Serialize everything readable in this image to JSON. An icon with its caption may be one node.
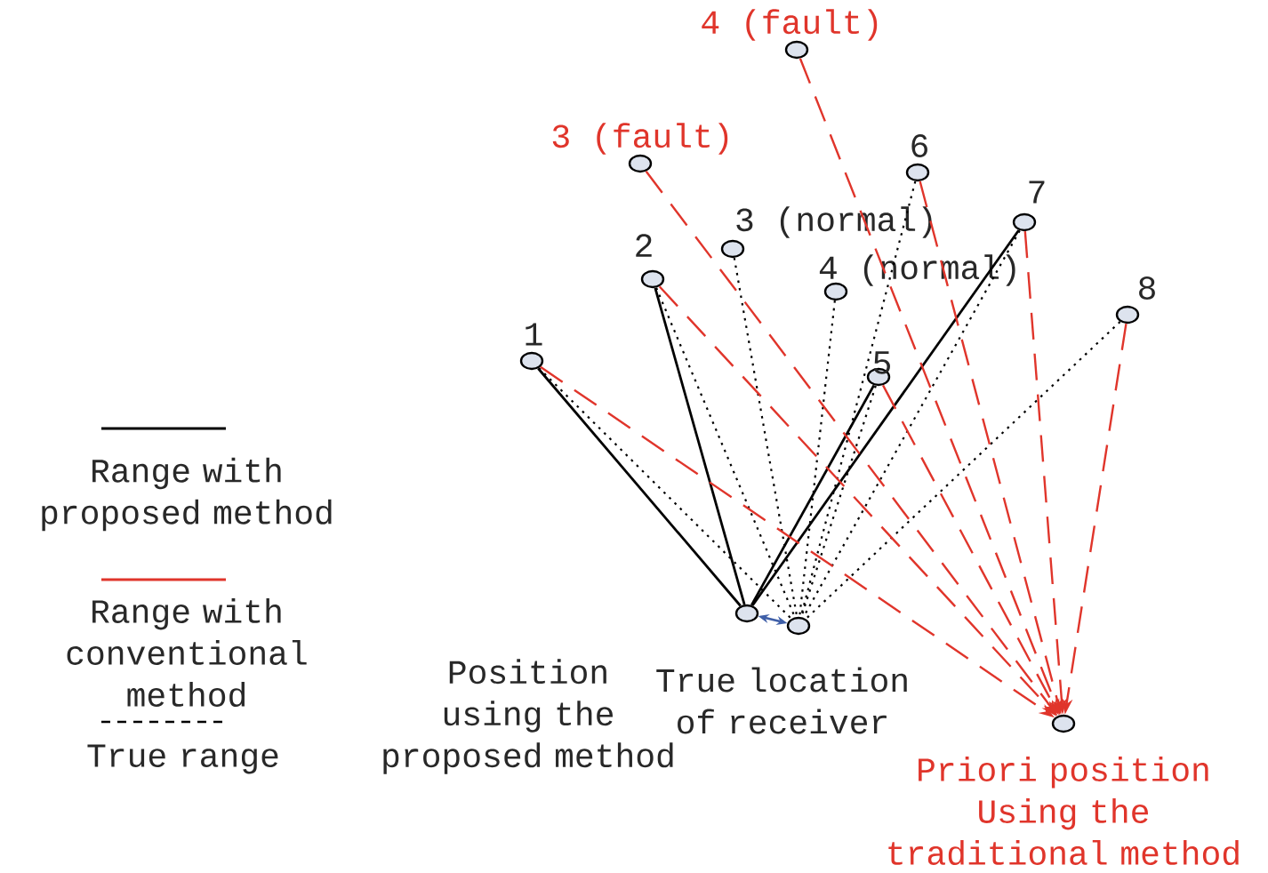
{
  "diagram": {
    "nodes": [
      {
        "text": [],
        "shape": "circle",
        "beside": [
          "1"
        ]
      },
      {
        "text": [],
        "shape": "circle",
        "beside": [
          "2"
        ]
      },
      {
        "text": [],
        "shape": "circle",
        "beside": [
          "3 (fault)"
        ]
      },
      {
        "text": [],
        "shape": "circle",
        "beside": [
          "3 (normal)"
        ]
      },
      {
        "text": [],
        "shape": "circle",
        "beside": [
          "4 (fault)"
        ]
      },
      {
        "text": [],
        "shape": "circle",
        "beside": [
          "4 (normal)"
        ]
      },
      {
        "text": [],
        "shape": "circle",
        "beside": [
          "5"
        ]
      },
      {
        "text": [],
        "shape": "circle",
        "beside": [
          "6"
        ]
      },
      {
        "text": [],
        "shape": "circle",
        "beside": [
          "7"
        ]
      },
      {
        "text": [],
        "shape": "circle",
        "beside": [
          "8"
        ]
      },
      {
        "text": [],
        "shape": "circle",
        "beside": [
          "Position using the proposed method"
        ]
      },
      {
        "text": [],
        "shape": "circle",
        "beside": [
          "True location of receiver"
        ]
      },
      {
        "text": [],
        "shape": "circle",
        "beside": [
          "Priori position Using the traditional method"
        ]
      }
    ],
    "edges": [
      {
        "from": 0,
        "to": 10,
        "arrow": "none"
      },
      {
        "from": 1,
        "to": 10,
        "arrow": "none"
      },
      {
        "from": 6,
        "to": 10,
        "arrow": "none"
      },
      {
        "from": 8,
        "to": 10,
        "arrow": "none"
      },
      {
        "from": 0,
        "to": 11,
        "arrow": "none",
        "style": "dashed"
      },
      {
        "from": 1,
        "to": 11,
        "arrow": "none",
        "style": "dashed"
      },
      {
        "from": 3,
        "to": 11,
        "arrow": "none",
        "style": "dashed"
      },
      {
        "from": 5,
        "to": 11,
        "arrow": "none",
        "style": "dashed"
      },
      {
        "from": 6,
        "to": 11,
        "arrow": "none",
        "style": "dashed"
      },
      {
        "from": 7,
        "to": 11,
        "arrow": "none",
        "style": "dashed"
      },
      {
        "from": 8,
        "to": 11,
        "arrow": "none",
        "style": "dashed"
      },
      {
        "from": 9,
        "to": 11,
        "arrow": "none",
        "style": "dashed"
      },
      {
        "from": 0,
        "to": 12,
        "arrow": "to",
        "style": "dashed",
        "color": "#e0352b"
      },
      {
        "from": 1,
        "to": 12,
        "arrow": "to",
        "style": "dashed",
        "color": "#e0352b"
      },
      {
        "from": 2,
        "to": 12,
        "arrow": "to",
        "style": "dashed",
        "color": "#e0352b"
      },
      {
        "from": 4,
        "to": 12,
        "arrow": "to",
        "style": "dashed",
        "color": "#e0352b"
      },
      {
        "from": 6,
        "to": 12,
        "arrow": "to",
        "style": "dashed",
        "color": "#e0352b"
      },
      {
        "from": 7,
        "to": 12,
        "arrow": "to",
        "style": "dashed",
        "color": "#e0352b"
      },
      {
        "from": 8,
        "to": 12,
        "arrow": "to",
        "style": "dashed",
        "color": "#e0352b"
      },
      {
        "from": 9,
        "to": 12,
        "arrow": "to",
        "style": "dashed",
        "color": "#e0352b"
      },
      {
        "from": 10,
        "to": 11,
        "arrow": "both",
        "color": "#3f5fa8"
      }
    ],
    "legend": [
      {
        "text": "Range with proposed method"
      },
      {
        "text": "Range with conventional method"
      },
      {
        "text": "True range"
      }
    ]
  }
}
